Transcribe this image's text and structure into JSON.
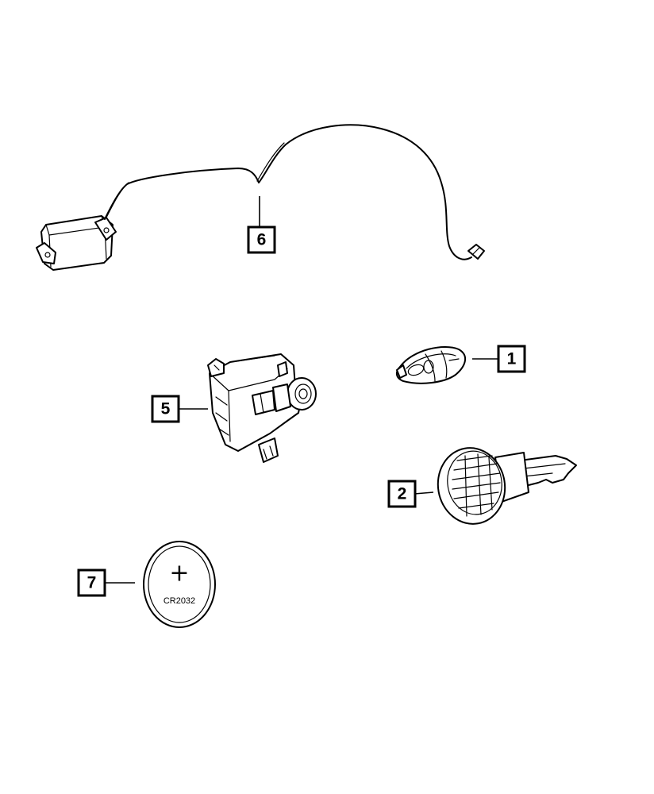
{
  "callouts": [
    {
      "id": "callout-1",
      "label": "1",
      "part": "key-fob-remote"
    },
    {
      "id": "callout-2",
      "label": "2",
      "part": "ignition-key"
    },
    {
      "id": "callout-5",
      "label": "5",
      "part": "ignition-module"
    },
    {
      "id": "callout-6",
      "label": "6",
      "part": "antenna-module-harness"
    },
    {
      "id": "callout-7",
      "label": "7",
      "part": "coin-battery"
    }
  ],
  "battery": {
    "symbol": "+",
    "model": "CR2032"
  }
}
